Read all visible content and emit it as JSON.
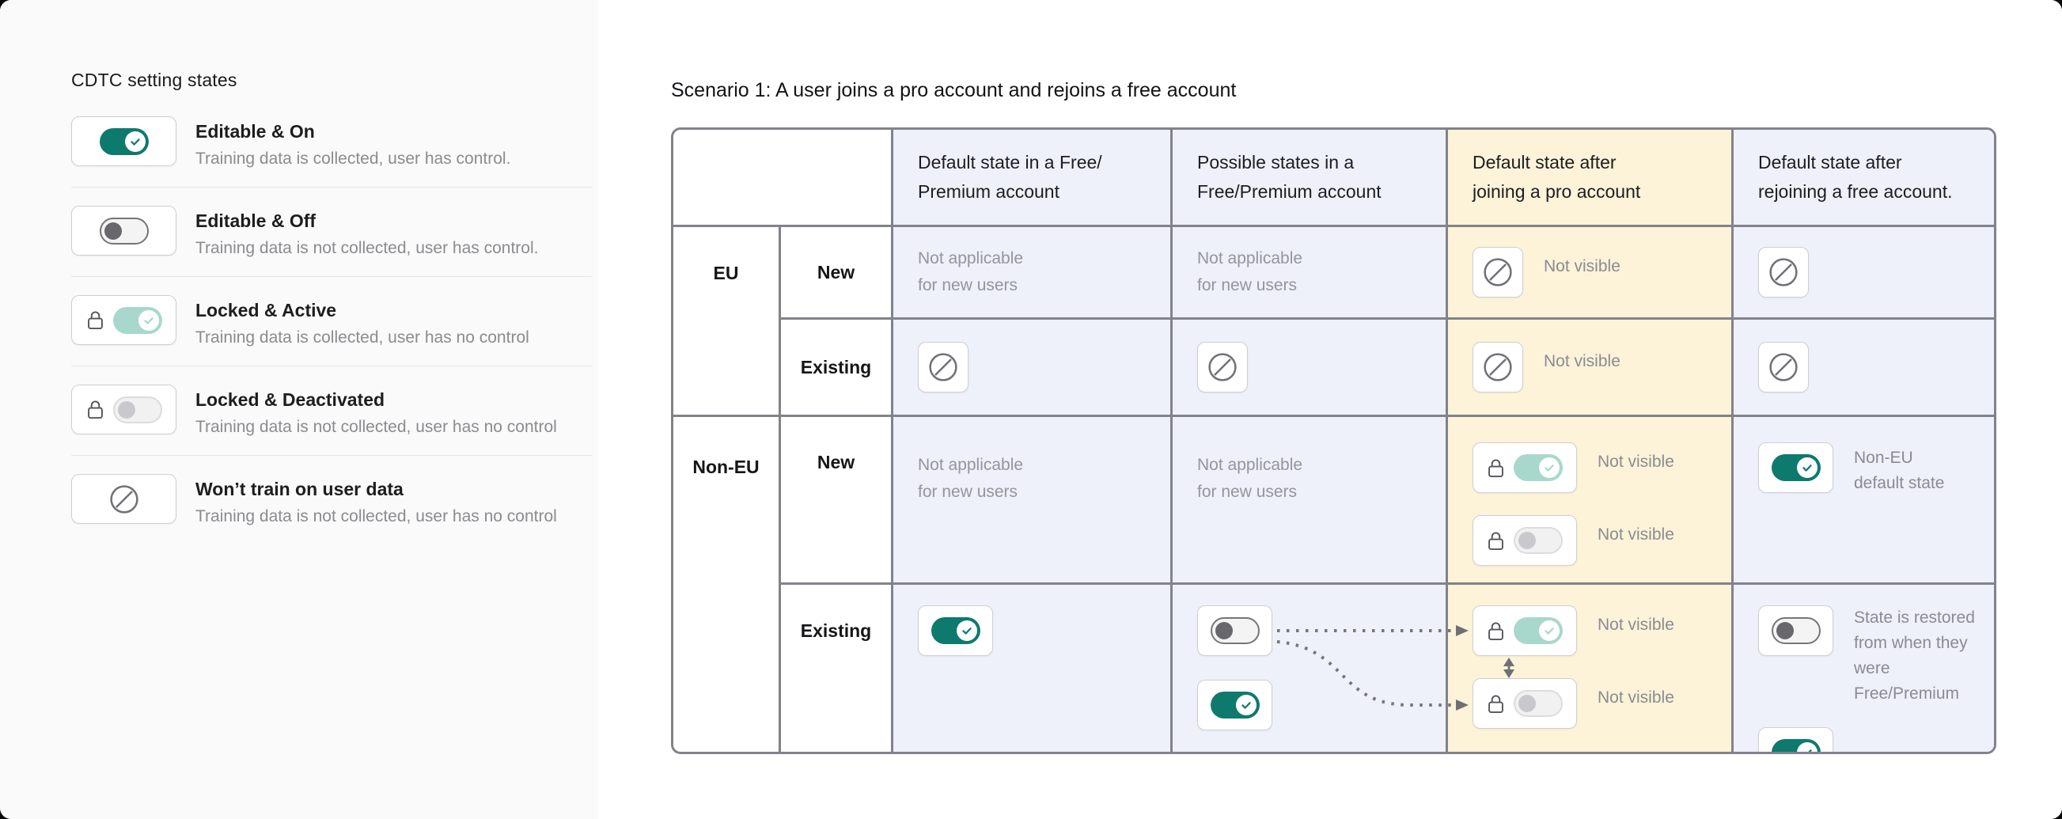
{
  "colors": {
    "accent_teal": "#0e7a6e",
    "accent_teal_light": "#a8d8cb",
    "cell_blue": "#eef0fa",
    "cell_yellow": "#fcf3d8",
    "table_border": "#82828a",
    "text_dark": "#1d1d1f",
    "text_gray": "#8b8b90",
    "left_panel_bg": "#fafafa"
  },
  "icons": {
    "lock": "lock-icon",
    "no_train": "circle-slash-icon",
    "check": "checkmark-icon"
  },
  "legend": {
    "title": "CDTC setting states",
    "items": [
      {
        "control": "toggle-on",
        "label": "Editable & On",
        "description": "Training data is collected, user has control."
      },
      {
        "control": "toggle-off",
        "label": "Editable & Off",
        "description": "Training data is not collected, user has control."
      },
      {
        "control": "lock-toggle-active",
        "label": "Locked & Active",
        "description": "Training data is collected, user has no control"
      },
      {
        "control": "lock-toggle-deactivated",
        "label": "Locked & Deactivated",
        "description": "Training data is not collected, user has no control"
      },
      {
        "control": "no-train",
        "label": "Won’t train on user data",
        "description": "Training data is not collected, user has no control"
      }
    ]
  },
  "scenario": {
    "title": "Scenario 1: A user joins a pro account and rejoins a free account",
    "table": {
      "headers": {
        "c": [
          "Default state in a Free/",
          "Premium account"
        ],
        "d": [
          "Possible states in a",
          "Free/Premium account"
        ],
        "e": [
          "Default state after",
          "joining a pro account"
        ],
        "f": [
          "Default state after",
          "rejoining a free account."
        ]
      },
      "row_labels": {
        "eu": "EU",
        "non_eu": "Non-EU",
        "new": "New",
        "existing": "Existing"
      },
      "texts": {
        "not_applicable": [
          "Not applicable",
          "for new users"
        ],
        "not_visible": "Not visible",
        "non_eu_default": [
          "Non-EU",
          "default state"
        ],
        "state_restored": [
          "State is restored",
          "from when they",
          "were Free/Premium"
        ]
      }
    }
  }
}
